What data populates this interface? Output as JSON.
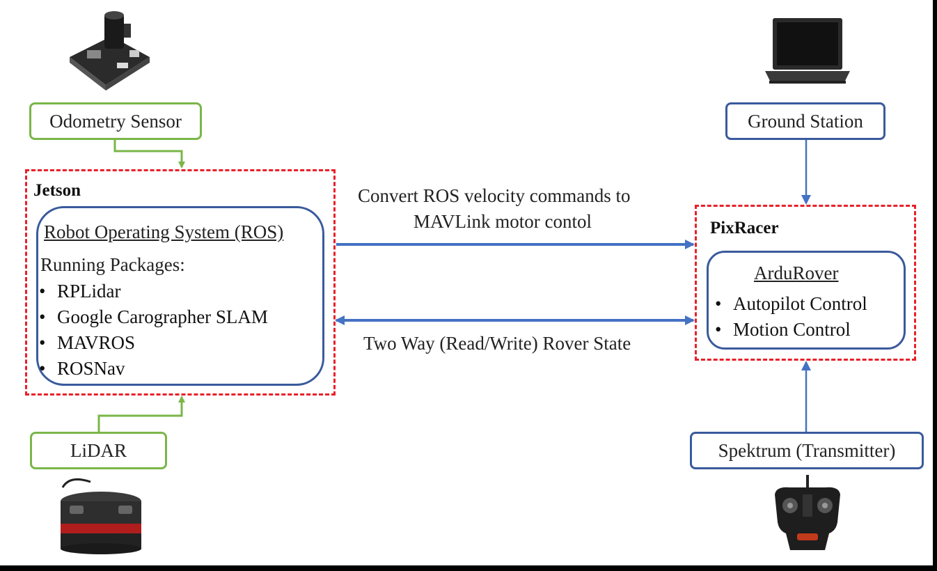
{
  "nodes": {
    "odometry": "Odometry Sensor",
    "ground_station": "Ground Station",
    "lidar": "LiDAR",
    "spektrum": "Spektrum (Transmitter)"
  },
  "jetson": {
    "title": "Jetson",
    "ros_title": "Robot Operating System (ROS)",
    "running_label": "Running Packages:",
    "packages": [
      "RPLidar",
      "Google Carographer SLAM",
      "MAVROS",
      "ROSNav"
    ]
  },
  "pixracer": {
    "title": "PixRacer",
    "ardu_title": "ArduRover",
    "items": [
      "Autopilot Control",
      "Motion Control"
    ]
  },
  "links": {
    "top_line1": "Convert ROS velocity commands to",
    "top_line2": "MAVLink motor contol",
    "bottom": "Two Way (Read/Write) Rover State"
  },
  "colors": {
    "green": "#7ab648",
    "blue": "#3a5a9c",
    "red_dash": "#e8202a",
    "arrow_blue": "#4472c4"
  },
  "icons": [
    "camera-sensor-icon",
    "laptop-icon",
    "lidar-device-icon",
    "rc-transmitter-icon"
  ]
}
